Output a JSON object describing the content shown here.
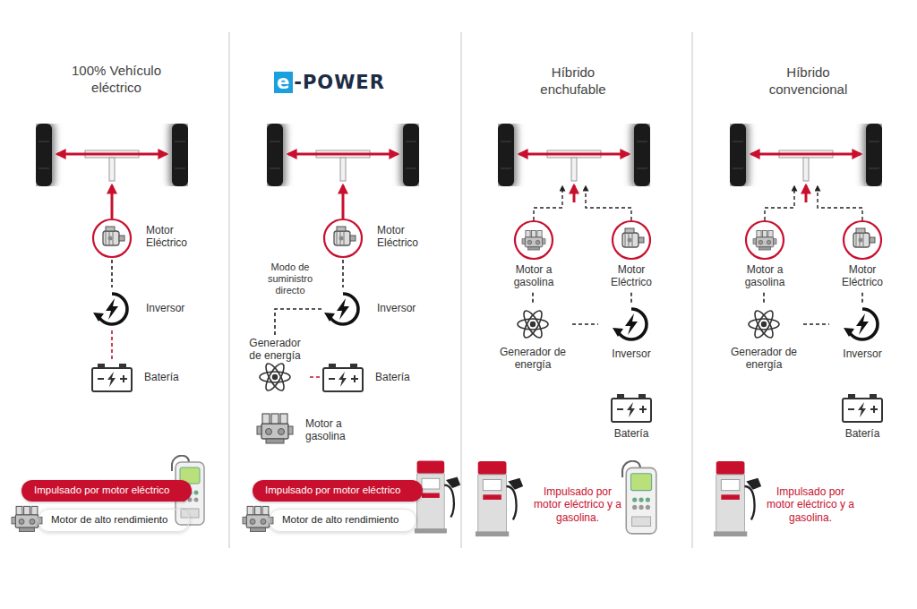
{
  "diagram": {
    "nodes": [
      {
        "text": [
          "Motor Eléctrico"
        ]
      },
      {
        "text": [
          "Inversor"
        ]
      },
      {
        "text": [
          "Batería"
        ]
      },
      {
        "text": [
          "Impulsado por motor eléctrico"
        ]
      },
      {
        "text": [
          "Motor de alto rendimiento"
        ]
      },
      {
        "text": [
          "Motor Eléctrico"
        ]
      },
      {
        "text": [
          "Inversor"
        ]
      },
      {
        "text": [
          "Generador de energía"
        ]
      },
      {
        "text": [
          "Batería"
        ]
      },
      {
        "text": [
          "Motor a gasolina"
        ]
      },
      {
        "text": [
          "Impulsado por motor eléctrico"
        ]
      },
      {
        "text": [
          "Motor de alto rendimiento"
        ]
      },
      {
        "text": [
          "Motor a gasolina"
        ]
      },
      {
        "text": [
          "Motor Eléctrico"
        ]
      },
      {
        "text": [
          "Generador de energía"
        ]
      },
      {
        "text": [
          "Inversor"
        ]
      },
      {
        "text": [
          "Batería"
        ]
      },
      {
        "text": [
          "Motor a gasolina"
        ]
      },
      {
        "text": [
          "Motor Eléctrico"
        ]
      },
      {
        "text": [
          "Generador de energía"
        ]
      },
      {
        "text": [
          "Inversor"
        ]
      },
      {
        "text": [
          "Batería"
        ]
      }
    ],
    "edges": [
      {
        "from": 0,
        "to": 1,
        "arrow": "none"
      },
      {
        "from": 1,
        "to": 2,
        "arrow": "none"
      },
      {
        "from": 5,
        "to": 6,
        "arrow": "none"
      },
      {
        "from": 7,
        "to": 6,
        "label": "Modo de suministro directo",
        "arrow": "none"
      },
      {
        "from": 7,
        "to": 8,
        "arrow": "none"
      },
      {
        "from": 12,
        "to": 14,
        "arrow": "none"
      },
      {
        "from": 14,
        "to": 15,
        "arrow": "none"
      },
      {
        "from": 13,
        "to": 15,
        "arrow": "none"
      },
      {
        "from": 17,
        "to": 19,
        "arrow": "none"
      },
      {
        "from": 19,
        "to": 20,
        "arrow": "none"
      },
      {
        "from": 18,
        "to": 20,
        "arrow": "none"
      }
    ],
    "labels": [
      "100% Vehículo eléctrico",
      "e-POWER",
      "Híbrido enchufable",
      "Híbrido convencional",
      "Impulsado por motor eléctrico y a gasolina.",
      "Impulsado por motor eléctrico y a gasolina."
    ]
  }
}
